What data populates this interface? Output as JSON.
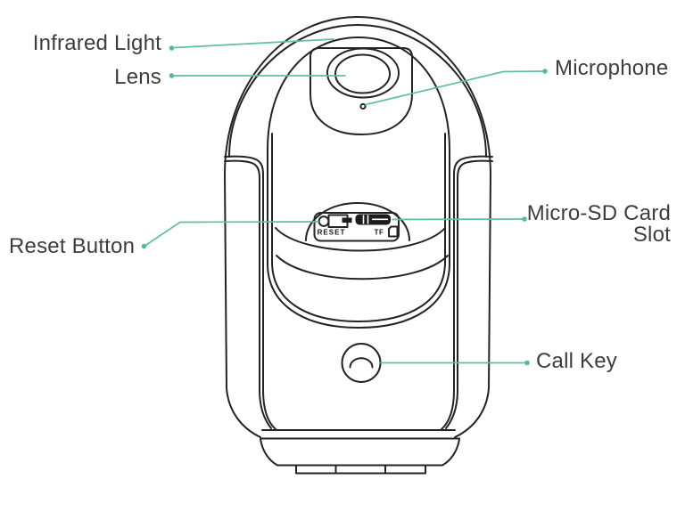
{
  "figure": {
    "type": "device-parts-diagram",
    "subject": "pan-tilt security camera, front view"
  },
  "colors": {
    "accent_line": "#5FBFA0",
    "accent_dot": "#55B99A",
    "drawing_line": "#242424",
    "label_text": "#3D3D3D",
    "background": "#FFFFFF"
  },
  "callouts": {
    "infrared_light": {
      "label": "Infrared Light"
    },
    "lens": {
      "label": "Lens"
    },
    "microphone": {
      "label": "Microphone"
    },
    "reset_button": {
      "label": "Reset Button"
    },
    "micro_sd": {
      "label_line1": "Micro-SD Card",
      "label_line2": "Slot"
    },
    "call_key": {
      "label": "Call Key"
    }
  },
  "device_markings": {
    "reset": "RESET",
    "tf": "TF"
  }
}
